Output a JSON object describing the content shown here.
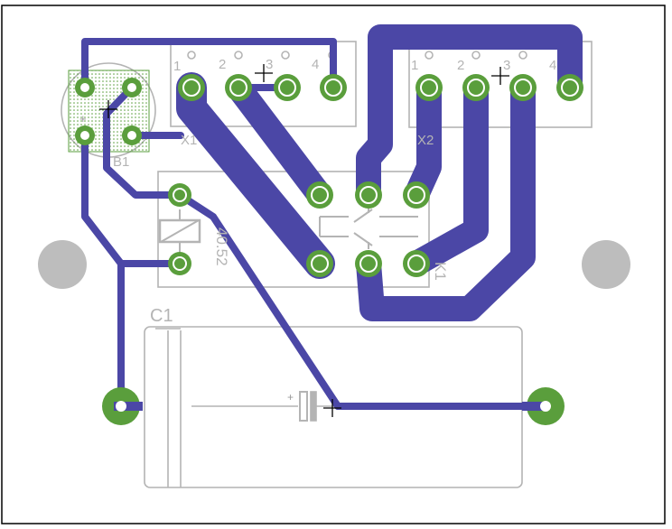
{
  "colors": {
    "background": "#ffffff",
    "board_outline": "#000000",
    "copper_trace": "#4b47a6",
    "pad_fill": "#5a9e3c",
    "pad_hole": "#ffffff",
    "silkscreen": "#b4b4b4",
    "mounting_hole": "#bdbdbd",
    "crosshair": "#000000"
  },
  "components": {
    "x1": {
      "designator": "X1",
      "pin_labels": [
        "1",
        "2",
        "3",
        "4"
      ]
    },
    "x2": {
      "designator": "X2",
      "pin_labels": [
        "1",
        "2",
        "3",
        "4"
      ]
    },
    "b1": {
      "designator": "B1",
      "polarity": "+"
    },
    "k1": {
      "designator": "K1",
      "part": "40.52"
    },
    "c1": {
      "designator": "C1",
      "polarity": "+"
    }
  }
}
